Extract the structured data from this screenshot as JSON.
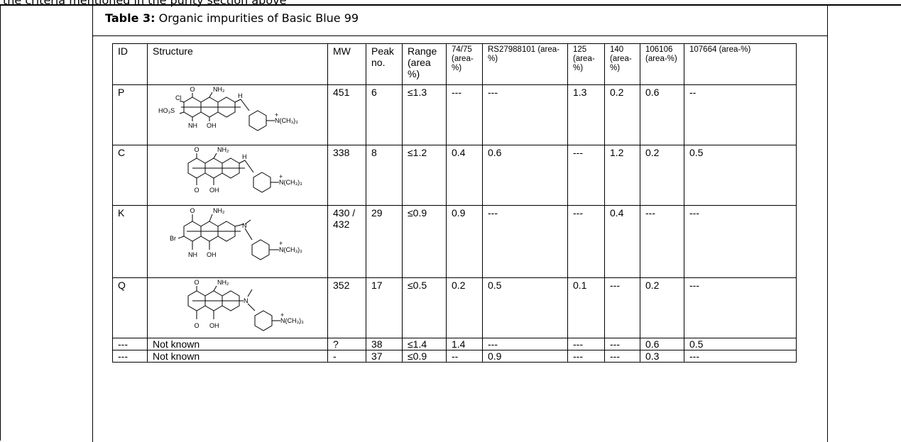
{
  "page": {
    "top_text": "the criteria mentioned in the purity section above"
  },
  "caption": {
    "label": "Table 3:",
    "title": " Organic impurities of Basic Blue 99"
  },
  "table": {
    "headers": [
      "ID",
      "Structure",
      "MW",
      "Peak no.",
      "Range (area %)",
      "74/75 (area-%)",
      "RS27988101 (area-%)",
      "125 (area-%)",
      "140 (area-%)",
      "106106 (area-%)",
      "107664 (area-%)"
    ],
    "rows": [
      {
        "id": "P",
        "structure": "",
        "mw": "451",
        "peak": "6",
        "range": "≤1.3",
        "v7475": "---",
        "rs": "---",
        "v125": "1.3",
        "v140": "0.2",
        "v106106": "0.6",
        "v107664": "--"
      },
      {
        "id": "C",
        "structure": "",
        "mw": "338",
        "peak": "8",
        "range": "≤1.2",
        "v7475": "0.4",
        "rs": "0.6",
        "v125": "---",
        "v140": "1.2",
        "v106106": "0.2",
        "v107664": "0.5"
      },
      {
        "id": "K",
        "structure": "",
        "mw": "430 / 432",
        "peak": "29",
        "range": "≤0.9",
        "v7475": "0.9",
        "rs": "---",
        "v125": "---",
        "v140": "0.4",
        "v106106": "---",
        "v107664": "---"
      },
      {
        "id": "Q",
        "structure": "",
        "mw": "352",
        "peak": "17",
        "range": "≤0.5",
        "v7475": "0.2",
        "rs": "0.5",
        "v125": "0.1",
        "v140": "---",
        "v106106": "0.2",
        "v107664": "---"
      },
      {
        "id": "---",
        "structure": "Not known",
        "mw": "?",
        "peak": "38",
        "range": "≤1.4",
        "v7475": "1.4",
        "rs": "---",
        "v125": "---",
        "v140": "---",
        "v106106": "0.6",
        "v107664": "0.5"
      },
      {
        "id": "---",
        "structure": "Not known",
        "mw": "-",
        "peak": "37",
        "range": "≤0.9",
        "v7475": "--",
        "rs": "0.9",
        "v125": "---",
        "v140": "---",
        "v106106": "0.3",
        "v107664": "---"
      }
    ]
  },
  "structures": {
    "p": {
      "o": "O",
      "nh2": "NH₂",
      "cl": "Cl",
      "ho3s": "HO₃S",
      "h": "H",
      "nh": "NH",
      "oh": "OH",
      "plus": "+",
      "nme3": "N(CH₃)₃"
    },
    "c": {
      "o1": "O",
      "nh2": "NH₂",
      "h": "H",
      "o2": "O",
      "oh": "OH",
      "plus": "+",
      "nme3": "N(CH₃)₃"
    },
    "k": {
      "o": "O",
      "nh2": "NH₂",
      "br": "Br",
      "n": "N",
      "nh": "NH",
      "oh": "OH",
      "plus": "+",
      "nme3": "N(CH₃)₃"
    },
    "q": {
      "o1": "O",
      "nh2": "NH₂",
      "n": "N",
      "o2": "O",
      "oh": "OH",
      "plus": "+",
      "nme3": "N(CH₃)₃"
    }
  }
}
